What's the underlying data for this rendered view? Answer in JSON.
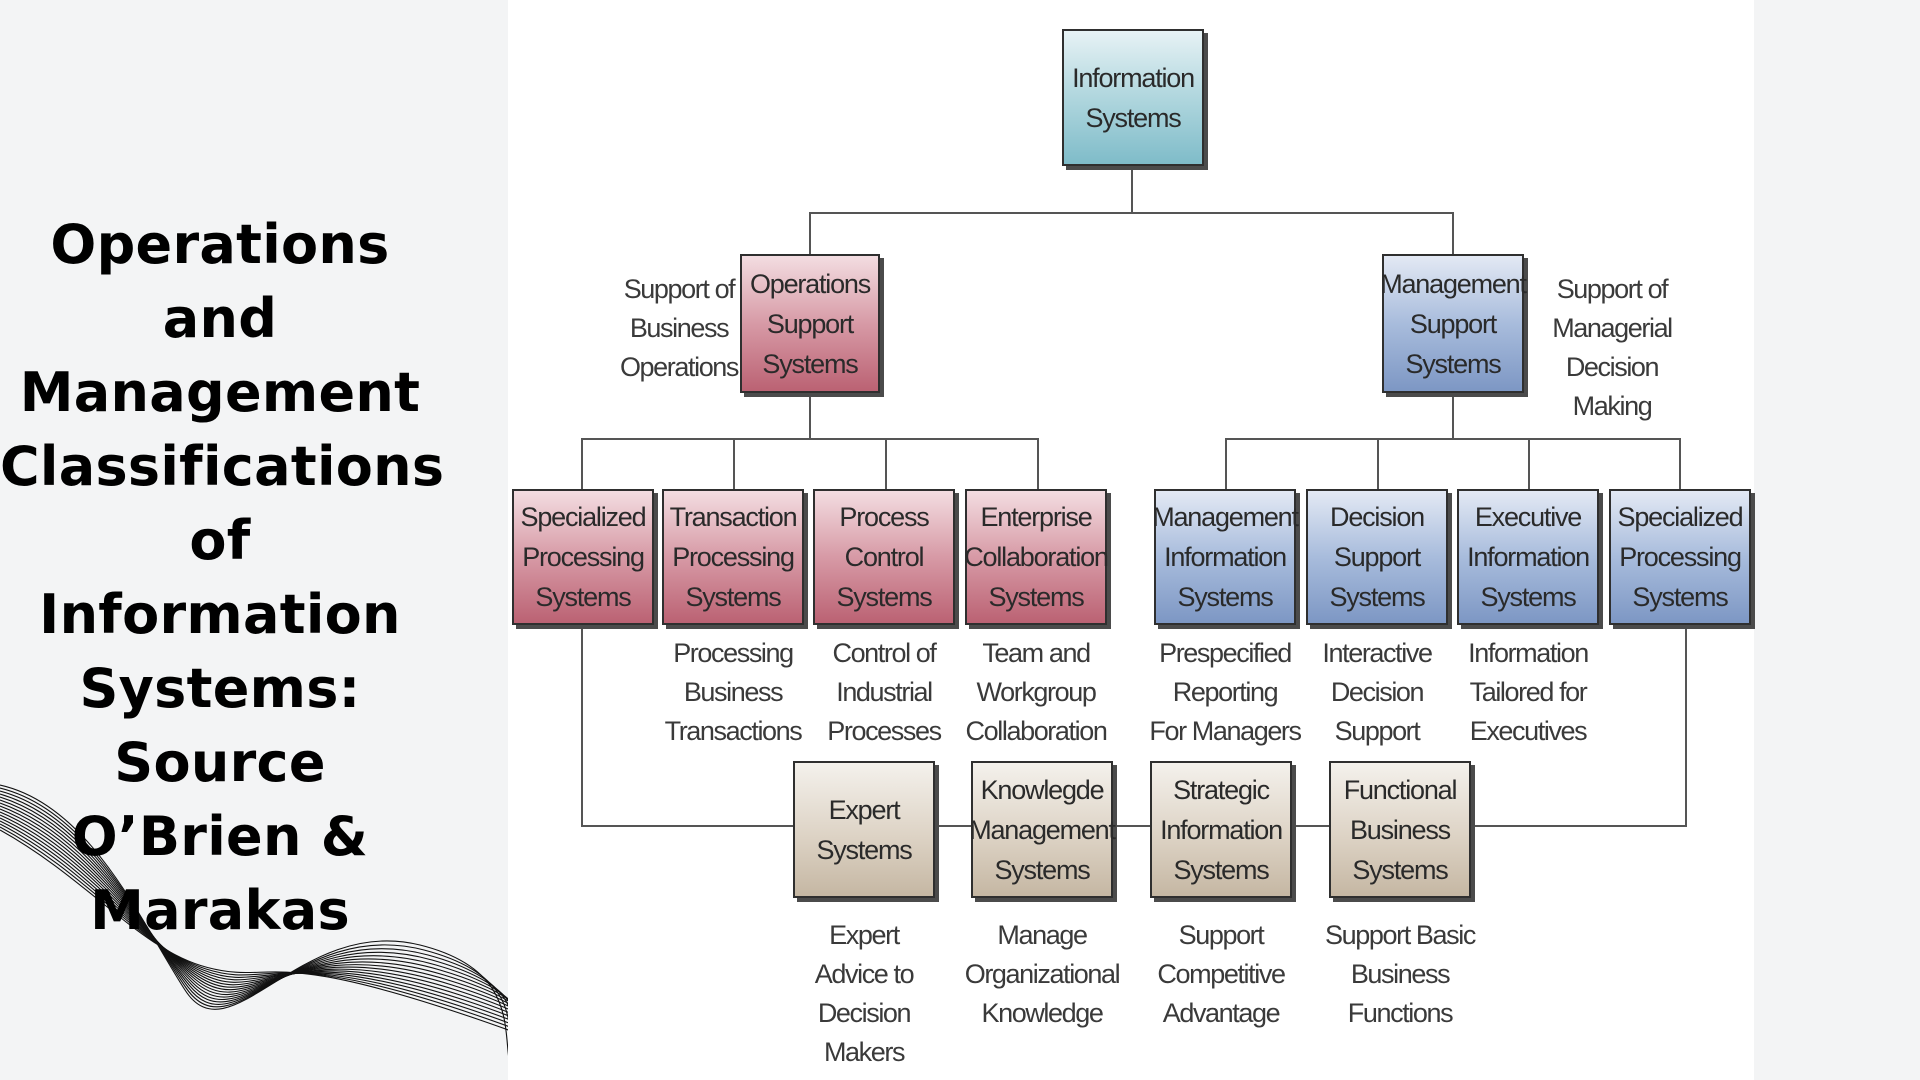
{
  "slide": {
    "title": "Operations and Management Classifications of Information Systems: Source O’Brien & Marakas"
  },
  "diagram": {
    "root": {
      "label": "Information\nSystems"
    },
    "ops_support": {
      "label": "Operations\nSupport\nSystems",
      "caption": "Support of\nBusiness\nOperations"
    },
    "mgmt_support": {
      "label": "Management\nSupport\nSystems",
      "caption": "Support of\nManagerial\nDecision Making"
    },
    "ops_children": [
      {
        "label": "Specialized\nProcessing\nSystems",
        "caption": ""
      },
      {
        "label": "Transaction\nProcessing\nSystems",
        "caption": "Processing\nBusiness\nTransactions"
      },
      {
        "label": "Process\nControl\nSystems",
        "caption": "Control of\nIndustrial\nProcesses"
      },
      {
        "label": "Enterprise\nCollaboration\nSystems",
        "caption": "Team and\nWorkgroup\nCollaboration"
      }
    ],
    "mgmt_children": [
      {
        "label": "Management\nInformation\nSystems",
        "caption": "Prespecified\nReporting\nFor Managers"
      },
      {
        "label": "Decision\nSupport\nSystems",
        "caption": "Interactive\nDecision\nSupport"
      },
      {
        "label": "Executive\nInformation\nSystems",
        "caption": "Information\nTailored for\nExecutives"
      },
      {
        "label": "Specialized\nProcessing\nSystems",
        "caption": ""
      }
    ],
    "specialized_children": [
      {
        "label": "Expert\nSystems",
        "caption": "Expert\nAdvice to\nDecision Makers"
      },
      {
        "label": "Knowlegde\nManagement\nSystems",
        "caption": "Manage\nOrganizational\nKnowledge"
      },
      {
        "label": "Strategic\nInformation\nSystems",
        "caption": "Support\nCompetitive\nAdvantage"
      },
      {
        "label": "Functional\nBusiness\nSystems",
        "caption": "Support Basic\nBusiness\nFunctions"
      }
    ]
  },
  "colors": {
    "root": "#9fcad4",
    "operations": "#c97d8c",
    "management": "#93abd3",
    "specialized": "#d6cbbb"
  }
}
